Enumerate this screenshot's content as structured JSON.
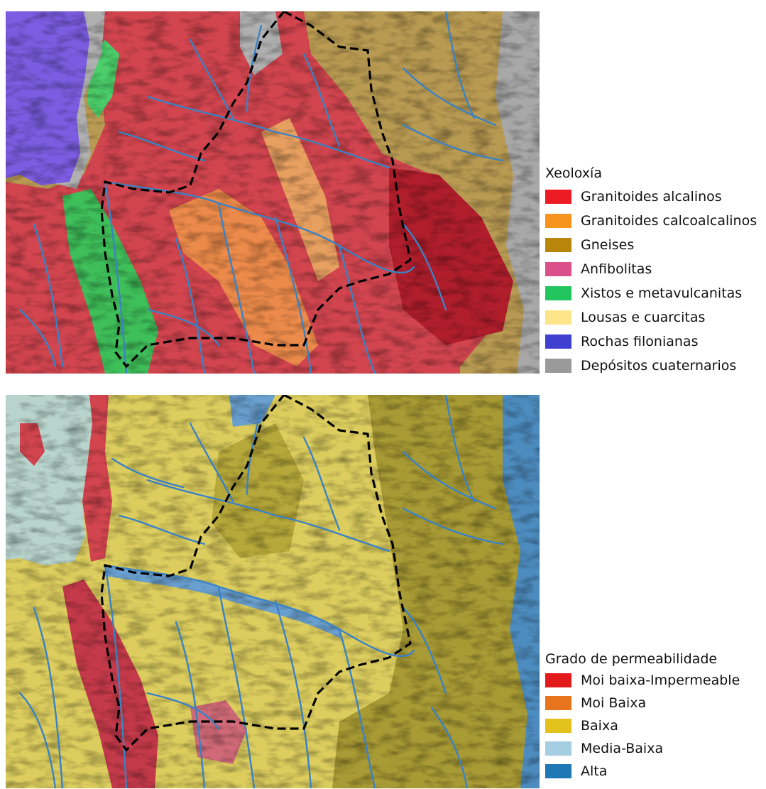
{
  "geology_map": {
    "legend": {
      "title": "Xeoloxía",
      "items": [
        {
          "label": "Granitoides alcalinos",
          "color": "#ed1c24"
        },
        {
          "label": "Granitoides calcoalcalinos",
          "color": "#f7941d"
        },
        {
          "label": "Gneises",
          "color": "#b8860b"
        },
        {
          "label": "Anfibolitas",
          "color": "#d9508a"
        },
        {
          "label": "Xistos e metavulcanitas",
          "color": "#22c55e"
        },
        {
          "label": "Lousas e cuarcitas",
          "color": "#fde68a"
        },
        {
          "label": "Rochas filonianas",
          "color": "#4040d0"
        },
        {
          "label": "Depósitos cuaternarios",
          "color": "#999999"
        }
      ]
    }
  },
  "permeability_map": {
    "legend": {
      "title": "Grado de permeabilidade",
      "items": [
        {
          "label": "Moi baixa-Impermeable",
          "color": "#e31a1c"
        },
        {
          "label": "Moi Baixa",
          "color": "#e8741e"
        },
        {
          "label": "Baixa",
          "color": "#e4c21d"
        },
        {
          "label": "Media-Baixa",
          "color": "#a6cee3"
        },
        {
          "label": "Alta",
          "color": "#1f78b4"
        }
      ]
    }
  },
  "map_style": {
    "river_color": "#3b82c4",
    "basin_outline_color": "#000000",
    "lake_color": "#7c5ce0",
    "lake_color_bottom": "#b8d4cc",
    "relief_color": "#9c9c9c"
  }
}
